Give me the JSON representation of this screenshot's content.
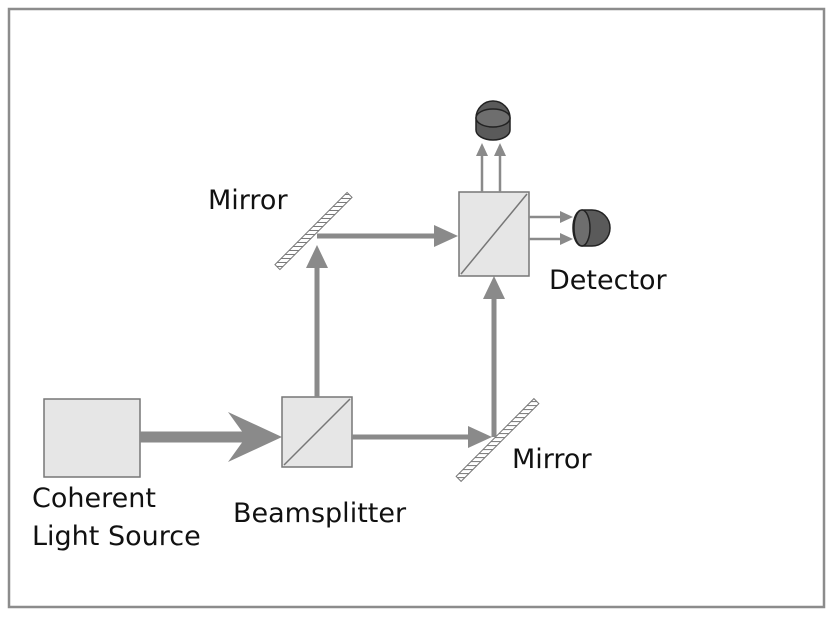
{
  "diagram": {
    "labels": {
      "source_line1": "Coherent",
      "source_line2": "Light Source",
      "beamsplitter": "Beamsplitter",
      "mirror_top": "Mirror",
      "mirror_bottom": "Mirror",
      "detector": "Detector"
    },
    "colors": {
      "beam": "#8a8a8a",
      "box_fill": "#e6e6e6",
      "box_stroke": "#777777",
      "detector_fill": "#555555",
      "border": "#8c8c8c"
    }
  }
}
